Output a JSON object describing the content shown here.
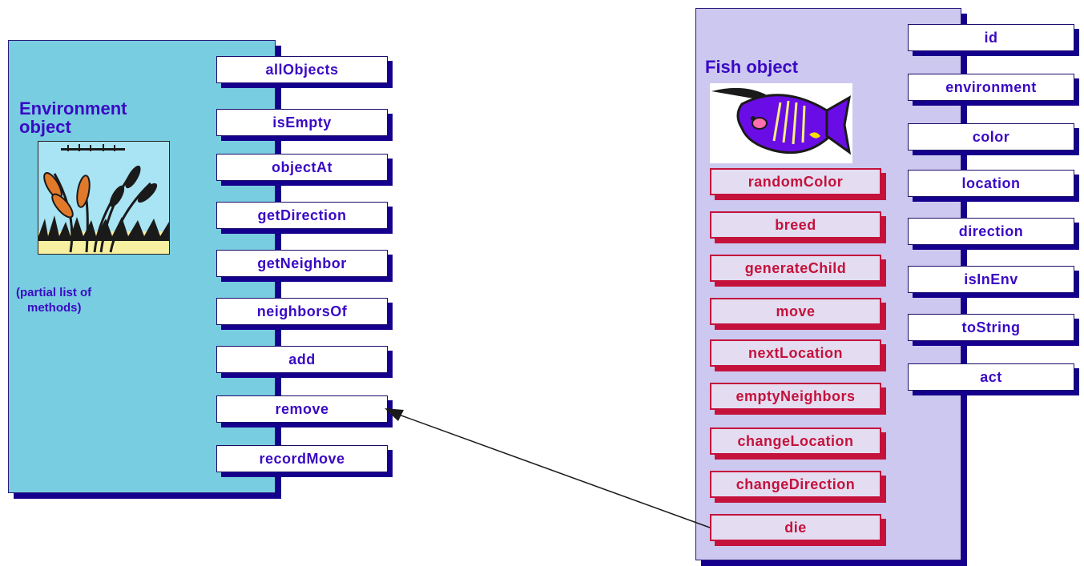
{
  "environment": {
    "title_line1": "Environment",
    "title_line2": "object",
    "note_line1": "(partial list of",
    "note_line2": "methods)",
    "methods": [
      "allObjects",
      "isEmpty",
      "objectAt",
      "getDirection",
      "getNeighbor",
      "neighborsOf",
      "add",
      "remove",
      "recordMove"
    ]
  },
  "fish": {
    "title": "Fish object",
    "fields": [
      "id",
      "environment",
      "color",
      "location",
      "direction",
      "isInEnv",
      "toString",
      "act"
    ],
    "methods": [
      "randomColor",
      "breed",
      "generateChild",
      "move",
      "nextLocation",
      "emptyNeighbors",
      "changeLocation",
      "changeDirection",
      "die"
    ]
  },
  "colors": {
    "env_panel": "#78cde0",
    "fish_panel": "#cdc8ef",
    "shadow": "#14008c",
    "text_blue": "#3a0ac4",
    "text_red": "#c4123c"
  },
  "icons": [
    "cattail-image",
    "fish-image",
    "arrow"
  ]
}
